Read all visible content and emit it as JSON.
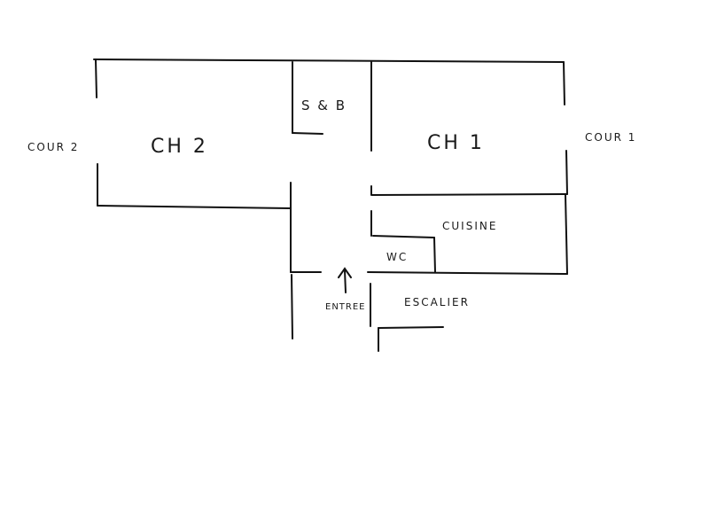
{
  "plan": {
    "labels": {
      "cour_2": "COUR 2",
      "ch_2": "CH 2",
      "s_et_b": "S & B",
      "ch_1": "CH 1",
      "cour_1": "COUR 1",
      "cuisine": "CUISINE",
      "wc": "WC",
      "entree": "ENTREE",
      "escalier": "ESCALIER"
    },
    "icons": {
      "entrance_arrow": "up-arrow-icon"
    }
  }
}
